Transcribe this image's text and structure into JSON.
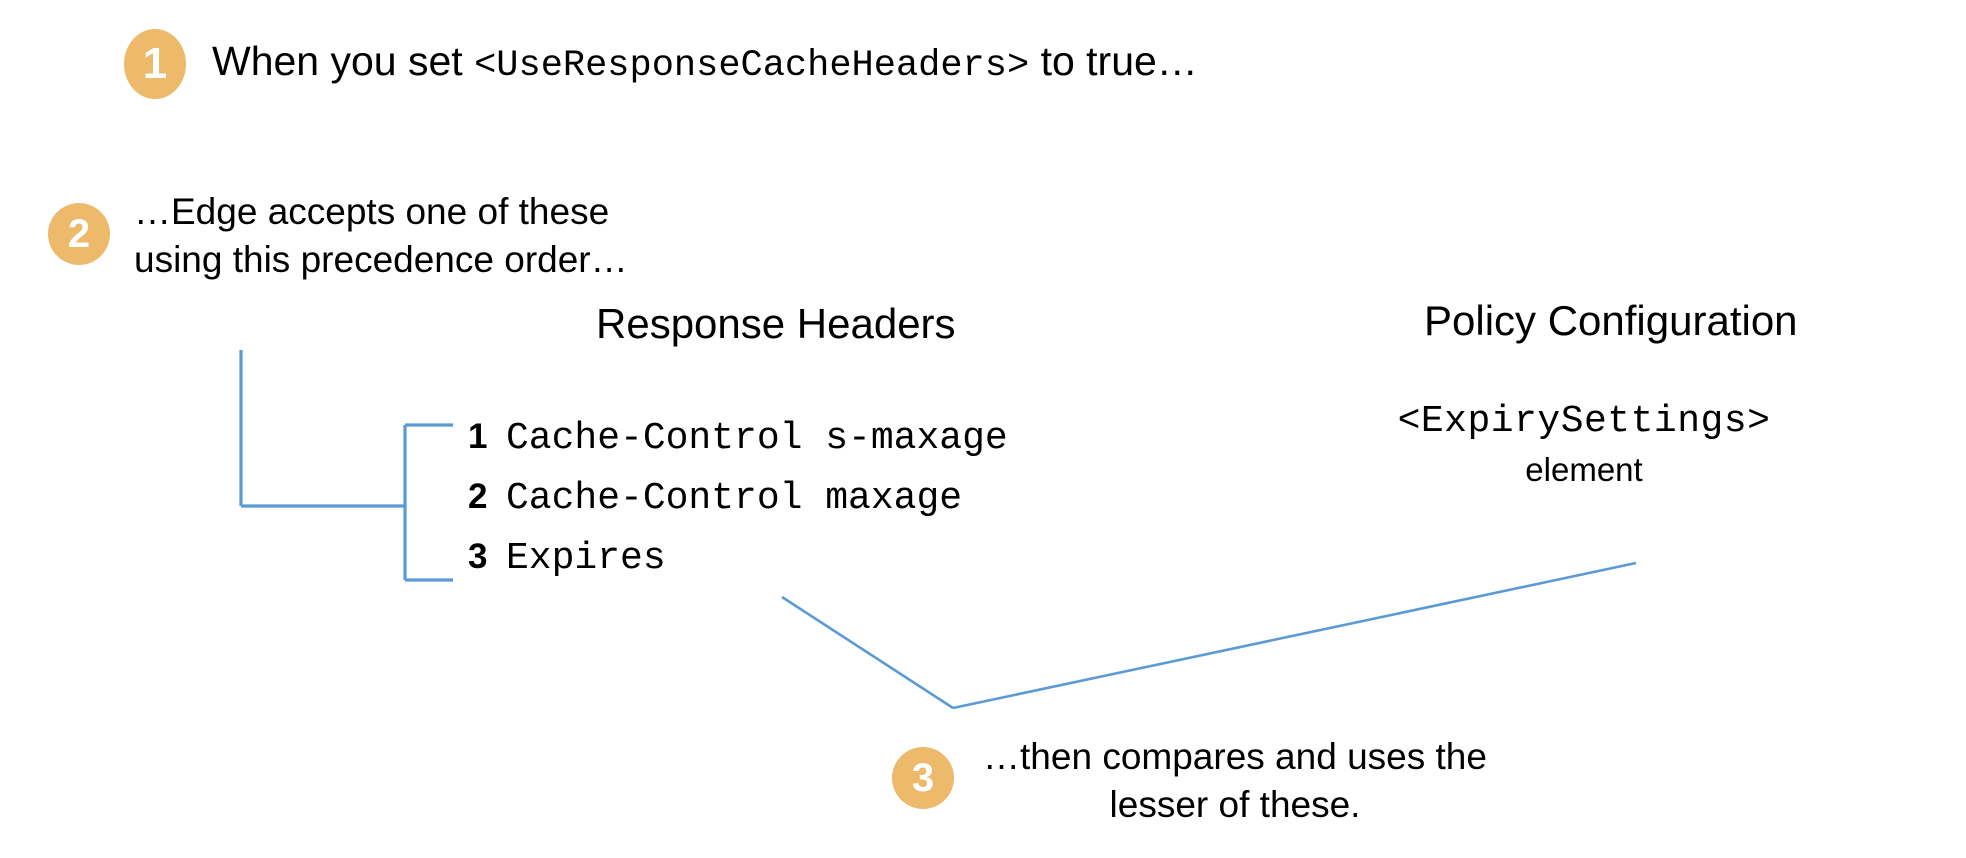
{
  "theme": {
    "background": "#ffffff",
    "badge_fill": "#EDB96A",
    "badge_text": "#ffffff",
    "connector_line": "#5B9BD5",
    "text": "#000000"
  },
  "steps": [
    {
      "number": "1",
      "text_prefix": "When you set ",
      "text_code": "<UseResponseCacheHeaders>",
      "text_suffix": " to true…"
    },
    {
      "number": "2",
      "text": "…Edge accepts one of these using this precedence order…"
    },
    {
      "number": "3",
      "text": "…then compares and uses the lesser of these."
    }
  ],
  "columns": {
    "response_headers": {
      "heading": "Response Headers",
      "items": [
        {
          "rank": "1",
          "value": "Cache-Control s-maxage"
        },
        {
          "rank": "2",
          "value": "Cache-Control maxage"
        },
        {
          "rank": "3",
          "value": "Expires"
        }
      ]
    },
    "policy_configuration": {
      "heading": "Policy Configuration",
      "element_tag": "<ExpirySettings>",
      "element_word": "element"
    }
  },
  "connectors": {
    "precedence_bracket_label": "precedence-bracket",
    "comparison_v_label": "comparison-connector"
  }
}
